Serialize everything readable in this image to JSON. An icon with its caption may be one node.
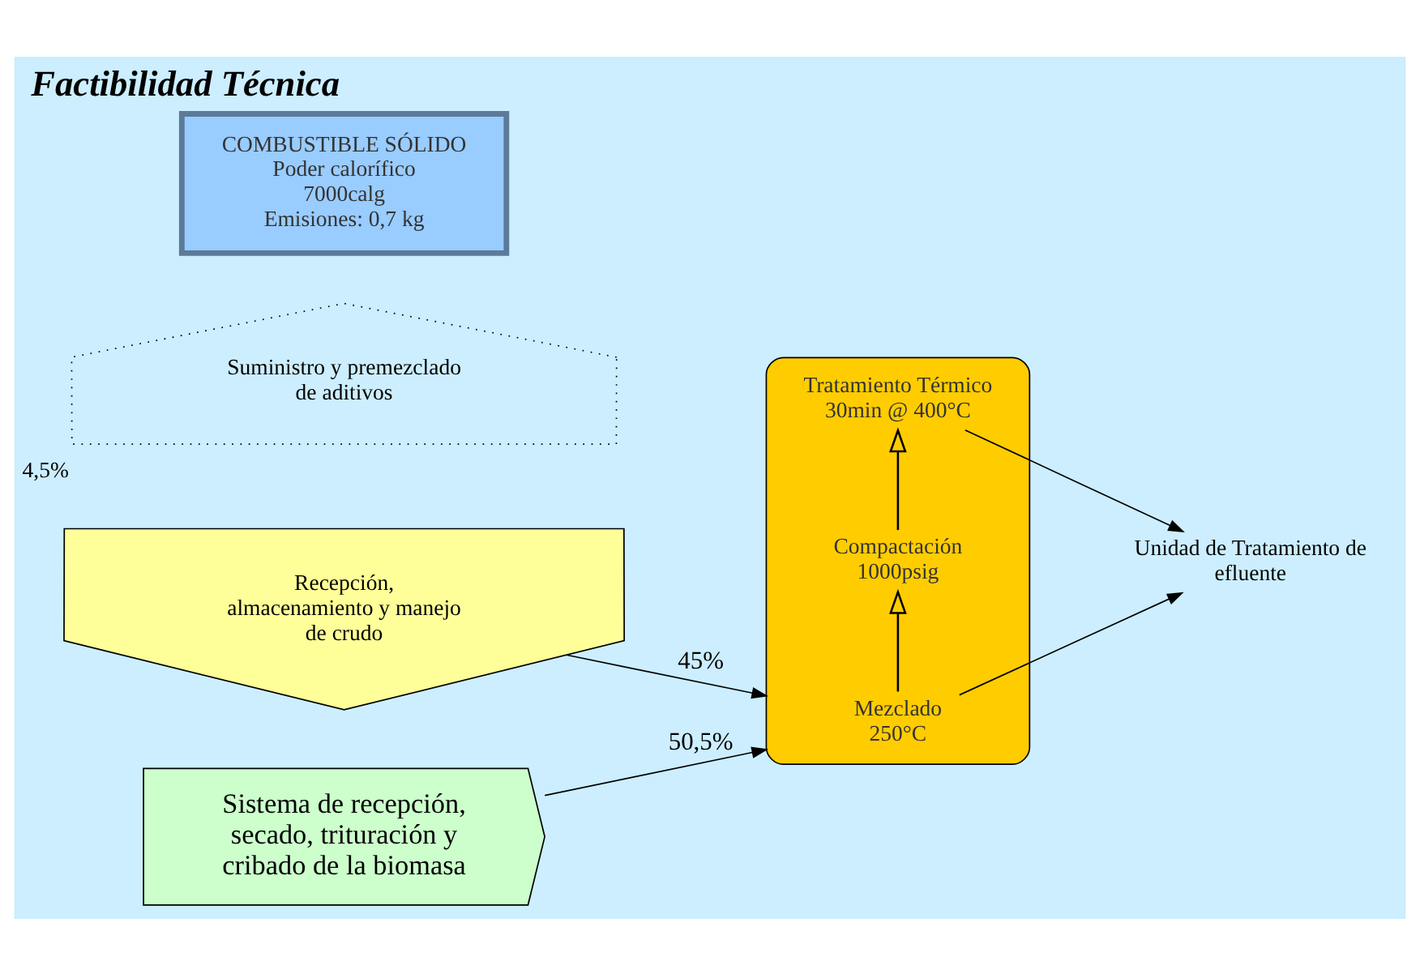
{
  "diagram": {
    "title": "Factibilidad Técnica",
    "nodes": [
      {
        "text": [
          "Recepción, almacenamiento y manejo de crudo"
        ]
      },
      {
        "text": [
          "Sistema de recepción, secado, trituración y cribado de la biomasa"
        ]
      },
      {
        "text": [
          "Suministro y premezclado de aditivos"
        ],
        "beside": [
          "4,5%"
        ]
      },
      {
        "text": [],
        "shape": "box"
      },
      {
        "text": [
          "Mezclado",
          "250°C"
        ],
        "in": 3
      },
      {
        "text": [
          "Compactación",
          "1000psig"
        ],
        "in": 3
      },
      {
        "text": [
          "Tratamiento Térmico",
          "30min @ 400°C"
        ],
        "in": 3
      },
      {
        "text": [
          "Unidad de Tratamiento de efluente"
        ]
      },
      {
        "text": [
          "COMBUSTIBLE SÓLIDO",
          "Poder calorífico 7000calg",
          "Emisiones: 0,7 kg"
        ]
      }
    ],
    "edges": [
      {
        "from": 0,
        "to": 3,
        "arrow": "to",
        "label": "45%"
      },
      {
        "from": 1,
        "to": 3,
        "arrow": "to",
        "label": "50,5%"
      },
      {
        "from": 4,
        "to": 5,
        "arrow": "to"
      },
      {
        "from": 5,
        "to": 6,
        "arrow": "to"
      },
      {
        "from": 4,
        "to": 7,
        "arrow": "to"
      },
      {
        "from": 6,
        "to": 7,
        "arrow": "to"
      }
    ]
  }
}
